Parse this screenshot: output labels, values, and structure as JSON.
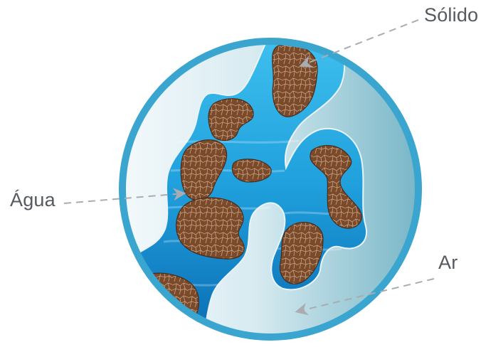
{
  "labels": {
    "solid": "Sólido",
    "water": "Água",
    "air": "Ar"
  },
  "colors": {
    "ring": "#3aa6d0",
    "air_light": "#eef6f9",
    "air_dark": "#7fbccc",
    "water_light": "#2fb1e6",
    "water_dark": "#0a6fb6",
    "soil": "#7a4a2c",
    "soil_crack": "#c9a98a",
    "pointer": "#a9acb0"
  },
  "icons": {
    "pointer": "arrowhead-icon"
  }
}
